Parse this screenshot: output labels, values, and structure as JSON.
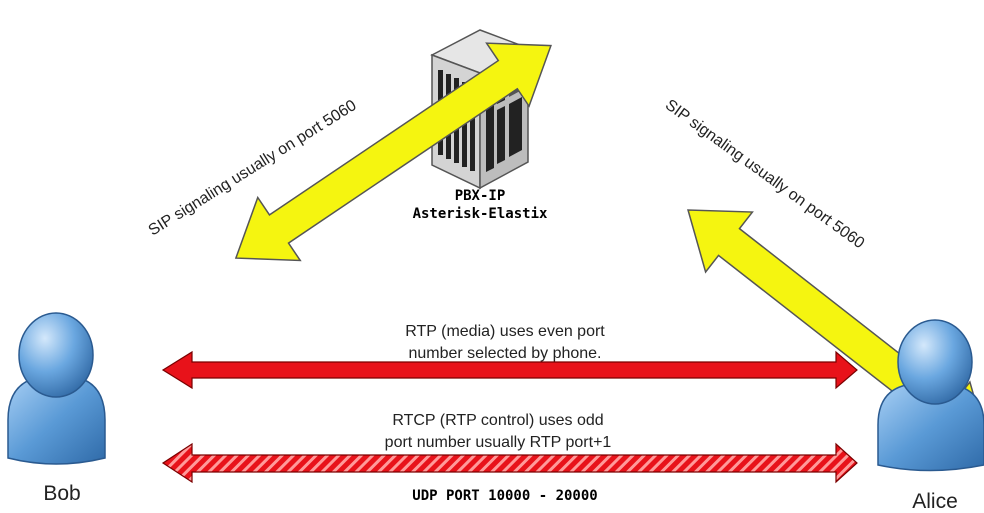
{
  "server": {
    "line1": "PBX-IP",
    "line2": "Asterisk-Elastix"
  },
  "sip_left": "SIP signaling usually on port 5060",
  "sip_right": "SIP signaling usually on port 5060",
  "rtp": {
    "line1": "RTP (media) uses even port",
    "line2": "number selected by phone."
  },
  "rtcp": {
    "line1": "RTCP (RTP control) uses odd",
    "line2": "port number usually RTP port+1"
  },
  "udp_label": "UDP PORT 10000 - 20000",
  "users": {
    "left": "Bob",
    "right": "Alice"
  },
  "colors": {
    "sip_arrow": "#f5f510",
    "rtp_arrow": "#e8121a",
    "user_blue": "#5a9ad6"
  }
}
